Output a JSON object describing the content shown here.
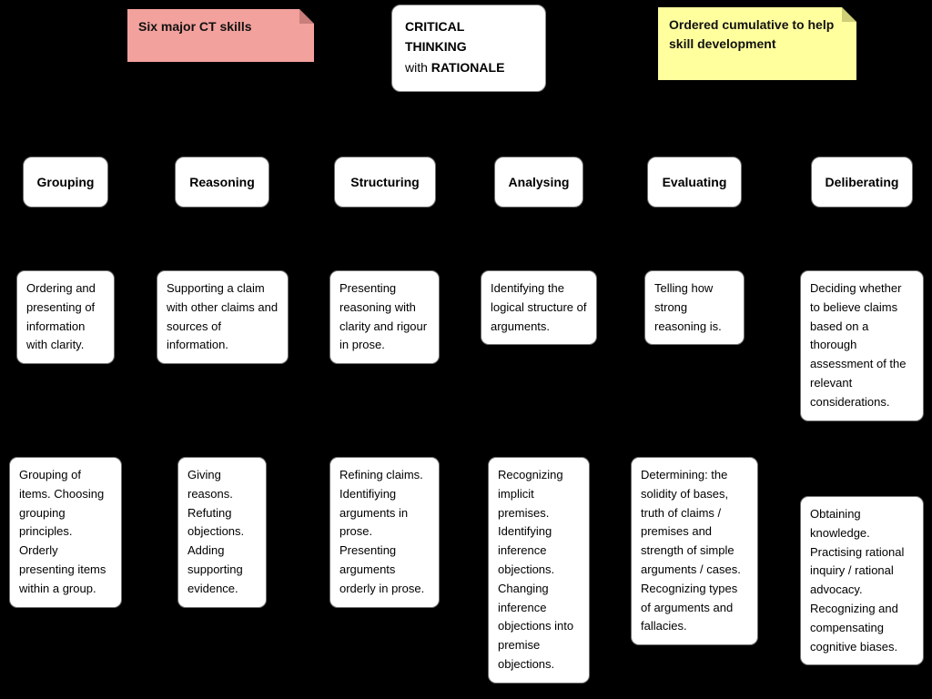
{
  "background": "#000000",
  "sticky_notes": {
    "skills": {
      "text": "Six major CT skills",
      "color": "#f2a19d",
      "fold_color": "#c87e7b"
    },
    "development": {
      "text": "Ordered cumulative to help skill development",
      "color": "#ffff9e",
      "fold_color": "#cfcf78"
    }
  },
  "title_box": {
    "line1": "CRITICAL",
    "line2": "THINKING",
    "line3_regular": "with",
    "line3_bold": "RATIONALE"
  },
  "columns": [
    {
      "name": "Grouping",
      "definition": "Ordering and presenting of information with clarity.",
      "details": "Grouping of items. Choosing grouping principles. Orderly presenting items within a group."
    },
    {
      "name": "Reasoning",
      "definition": "Supporting a claim with other claims and sources of information.",
      "details": "Giving reasons. Refuting objections. Adding supporting evidence."
    },
    {
      "name": "Structuring",
      "definition": "Presenting reasoning with clarity and rigour in prose.",
      "details": "Refining claims. Identifiying arguments in prose. Presenting arguments orderly in prose."
    },
    {
      "name": "Analysing",
      "definition": "Identifying the logical structure of arguments.",
      "details": "Recognizing implicit premises. Identifying inference objections. Changing inference objections into premise objections."
    },
    {
      "name": "Evaluating",
      "definition": "Telling how strong reasoning is.",
      "details": "Determining: the solidity of bases, truth of claims / premises and strength of simple arguments / cases. Recognizing types of arguments and fallacies."
    },
    {
      "name": "Deliberating",
      "definition": "Deciding whether to believe claims based on a thorough assessment of the relevant considerations.",
      "details": "Obtaining knowledge. Practising rational inquiry / rational advocacy. Recognizing and compensating cognitive biases."
    }
  ]
}
